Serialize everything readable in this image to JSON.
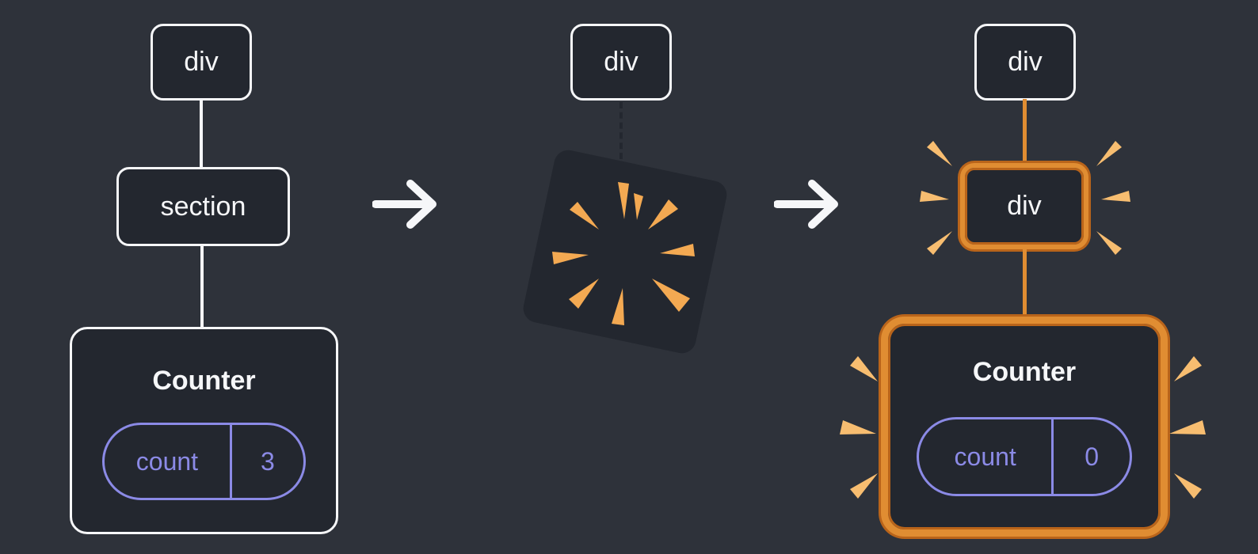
{
  "diagram": {
    "panels": {
      "before": {
        "root_node": "div",
        "child_node": "section",
        "component": {
          "title": "Counter",
          "state_label": "count",
          "state_value": "3"
        }
      },
      "during": {
        "root_node": "div"
      },
      "after": {
        "root_node": "div",
        "child_node": "div",
        "component": {
          "title": "Counter",
          "state_label": "count",
          "state_value": "0"
        }
      }
    },
    "icons": {
      "arrow_1": "arrow-right-icon",
      "arrow_2": "arrow-right-icon",
      "poof": "poof-explosion-icon",
      "sparkles": "sparkle-burst-icon"
    },
    "colors": {
      "background": "#2E323A",
      "node_fill": "#23272F",
      "node_border": "#F6F7F9",
      "text": "#F6F7F9",
      "state_purple": "#8B8AE6",
      "highlight": "#E08D32",
      "highlight_dark": "#B9641A",
      "spark": "#F3A952",
      "sparkle": "#F7BD70"
    }
  }
}
